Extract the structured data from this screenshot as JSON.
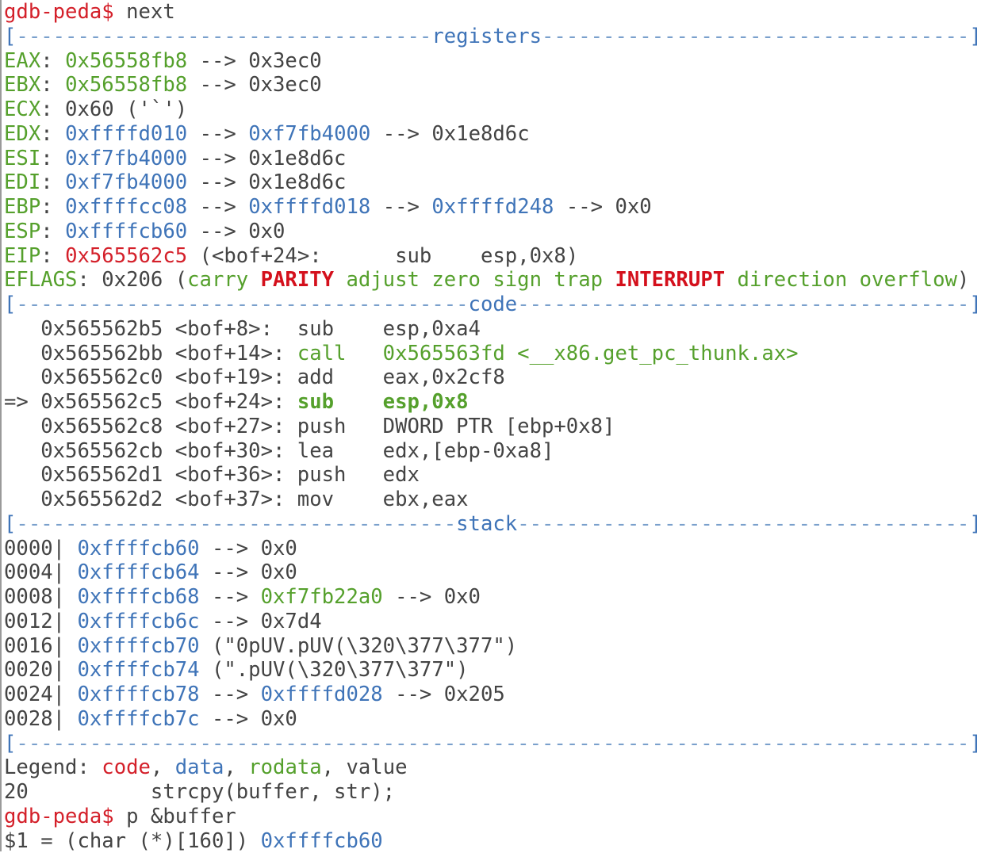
{
  "colors": {
    "default": "#444444",
    "green": "#55a02c",
    "blue": "#3f74b8",
    "red": "#d4202a"
  },
  "lines": [
    [
      {
        "t": "gdb-peda$ ",
        "c": "r"
      },
      {
        "t": "next",
        "c": "d"
      }
    ],
    [
      {
        "t": "[",
        "c": "sepl"
      },
      {
        "t": "----------------------------------",
        "c": "sep"
      },
      {
        "t": "registers",
        "c": "sepl"
      },
      {
        "t": "-----------------------------------",
        "c": "sep"
      },
      {
        "t": "]",
        "c": "sepl"
      }
    ],
    [
      {
        "t": "EAX",
        "c": "g"
      },
      {
        "t": ": ",
        "c": "d"
      },
      {
        "t": "0x56558fb8",
        "c": "g"
      },
      {
        "t": " --> 0x3ec0",
        "c": "d"
      }
    ],
    [
      {
        "t": "EBX",
        "c": "g"
      },
      {
        "t": ": ",
        "c": "d"
      },
      {
        "t": "0x56558fb8",
        "c": "g"
      },
      {
        "t": " --> 0x3ec0",
        "c": "d"
      }
    ],
    [
      {
        "t": "ECX",
        "c": "g"
      },
      {
        "t": ": 0x60 ('`')",
        "c": "d"
      }
    ],
    [
      {
        "t": "EDX",
        "c": "g"
      },
      {
        "t": ": ",
        "c": "d"
      },
      {
        "t": "0xffffd010",
        "c": "b"
      },
      {
        "t": " --> ",
        "c": "d"
      },
      {
        "t": "0xf7fb4000",
        "c": "b"
      },
      {
        "t": " --> 0x1e8d6c",
        "c": "d"
      }
    ],
    [
      {
        "t": "ESI",
        "c": "g"
      },
      {
        "t": ": ",
        "c": "d"
      },
      {
        "t": "0xf7fb4000",
        "c": "b"
      },
      {
        "t": " --> 0x1e8d6c",
        "c": "d"
      }
    ],
    [
      {
        "t": "EDI",
        "c": "g"
      },
      {
        "t": ": ",
        "c": "d"
      },
      {
        "t": "0xf7fb4000",
        "c": "b"
      },
      {
        "t": " --> 0x1e8d6c",
        "c": "d"
      }
    ],
    [
      {
        "t": "EBP",
        "c": "g"
      },
      {
        "t": ": ",
        "c": "d"
      },
      {
        "t": "0xffffcc08",
        "c": "b"
      },
      {
        "t": " --> ",
        "c": "d"
      },
      {
        "t": "0xffffd018",
        "c": "b"
      },
      {
        "t": " --> ",
        "c": "d"
      },
      {
        "t": "0xffffd248",
        "c": "b"
      },
      {
        "t": " --> 0x0",
        "c": "d"
      }
    ],
    [
      {
        "t": "ESP",
        "c": "g"
      },
      {
        "t": ": ",
        "c": "d"
      },
      {
        "t": "0xffffcb60",
        "c": "b"
      },
      {
        "t": " --> 0x0",
        "c": "d"
      }
    ],
    [
      {
        "t": "EIP",
        "c": "g"
      },
      {
        "t": ": ",
        "c": "d"
      },
      {
        "t": "0x565562c5",
        "c": "r"
      },
      {
        "t": " (<bof+24>:      sub    esp,0x8)",
        "c": "d"
      }
    ],
    [
      {
        "t": "EFLAGS",
        "c": "g"
      },
      {
        "t": ": 0x206 (",
        "c": "d"
      },
      {
        "t": "carry ",
        "c": "g"
      },
      {
        "t": "PARITY",
        "c": "rb"
      },
      {
        "t": " adjust zero sign trap ",
        "c": "g"
      },
      {
        "t": "INTERRUPT",
        "c": "rb"
      },
      {
        "t": " direction overflow",
        "c": "g"
      },
      {
        "t": ")",
        "c": "d"
      }
    ],
    [
      {
        "t": "[",
        "c": "sepl"
      },
      {
        "t": "-------------------------------------",
        "c": "sep"
      },
      {
        "t": "code",
        "c": "sepl"
      },
      {
        "t": "-------------------------------------",
        "c": "sep"
      },
      {
        "t": "]",
        "c": "sepl"
      }
    ],
    [
      {
        "t": "   0x565562b5 <bof+8>:  sub    esp,0xa4",
        "c": "d"
      }
    ],
    [
      {
        "t": "   0x565562bb <bof+14>: ",
        "c": "d"
      },
      {
        "t": "call   0x565563fd <__x86.get_pc_thunk.ax>",
        "c": "g"
      }
    ],
    [
      {
        "t": "   0x565562c0 <bof+19>: add    eax,0x2cf8",
        "c": "d"
      }
    ],
    [
      {
        "t": "=> 0x565562c5 <bof+24>: ",
        "c": "d"
      },
      {
        "t": "sub    esp,0x8",
        "c": "gb"
      }
    ],
    [
      {
        "t": "   0x565562c8 <bof+27>: push   DWORD PTR [ebp+0x8]",
        "c": "d"
      }
    ],
    [
      {
        "t": "   0x565562cb <bof+30>: lea    edx,[ebp-0xa8]",
        "c": "d"
      }
    ],
    [
      {
        "t": "   0x565562d1 <bof+36>: push   edx",
        "c": "d"
      }
    ],
    [
      {
        "t": "   0x565562d2 <bof+37>: mov    ebx,eax",
        "c": "d"
      }
    ],
    [
      {
        "t": "[",
        "c": "sepl"
      },
      {
        "t": "------------------------------------",
        "c": "sep"
      },
      {
        "t": "stack",
        "c": "sepl"
      },
      {
        "t": "-------------------------------------",
        "c": "sep"
      },
      {
        "t": "]",
        "c": "sepl"
      }
    ],
    [
      {
        "t": "0000| ",
        "c": "d"
      },
      {
        "t": "0xffffcb60",
        "c": "b"
      },
      {
        "t": " --> 0x0",
        "c": "d"
      }
    ],
    [
      {
        "t": "0004| ",
        "c": "d"
      },
      {
        "t": "0xffffcb64",
        "c": "b"
      },
      {
        "t": " --> 0x0",
        "c": "d"
      }
    ],
    [
      {
        "t": "0008| ",
        "c": "d"
      },
      {
        "t": "0xffffcb68",
        "c": "b"
      },
      {
        "t": " --> ",
        "c": "d"
      },
      {
        "t": "0xf7fb22a0",
        "c": "g"
      },
      {
        "t": " --> 0x0",
        "c": "d"
      }
    ],
    [
      {
        "t": "0012| ",
        "c": "d"
      },
      {
        "t": "0xffffcb6c",
        "c": "b"
      },
      {
        "t": " --> 0x7d4",
        "c": "d"
      }
    ],
    [
      {
        "t": "0016| ",
        "c": "d"
      },
      {
        "t": "0xffffcb70",
        "c": "b"
      },
      {
        "t": " (\"0pUV.pUV(\\320\\377\\377\")",
        "c": "d"
      }
    ],
    [
      {
        "t": "0020| ",
        "c": "d"
      },
      {
        "t": "0xffffcb74",
        "c": "b"
      },
      {
        "t": " (\".pUV(\\320\\377\\377\")",
        "c": "d"
      }
    ],
    [
      {
        "t": "0024| ",
        "c": "d"
      },
      {
        "t": "0xffffcb78",
        "c": "b"
      },
      {
        "t": " --> ",
        "c": "d"
      },
      {
        "t": "0xffffd028",
        "c": "b"
      },
      {
        "t": " --> 0x205",
        "c": "d"
      }
    ],
    [
      {
        "t": "0028| ",
        "c": "d"
      },
      {
        "t": "0xffffcb7c",
        "c": "b"
      },
      {
        "t": " --> 0x0",
        "c": "d"
      }
    ],
    [
      {
        "t": "[",
        "c": "sepl"
      },
      {
        "t": "------------------------------------------------------------------------------",
        "c": "sep"
      },
      {
        "t": "]",
        "c": "sepl"
      }
    ],
    [
      {
        "t": "Legend: ",
        "c": "d"
      },
      {
        "t": "code",
        "c": "r"
      },
      {
        "t": ", ",
        "c": "d"
      },
      {
        "t": "data",
        "c": "b"
      },
      {
        "t": ", ",
        "c": "d"
      },
      {
        "t": "rodata",
        "c": "g"
      },
      {
        "t": ", value",
        "c": "d"
      }
    ],
    [
      {
        "t": "20          strcpy(buffer, str);",
        "c": "d"
      }
    ],
    [
      {
        "t": "gdb-peda$ ",
        "c": "r"
      },
      {
        "t": "p &buffer",
        "c": "d"
      }
    ],
    [
      {
        "t": "$1 = (char (*)[160]) ",
        "c": "d"
      },
      {
        "t": "0xffffcb60",
        "c": "b"
      }
    ]
  ]
}
